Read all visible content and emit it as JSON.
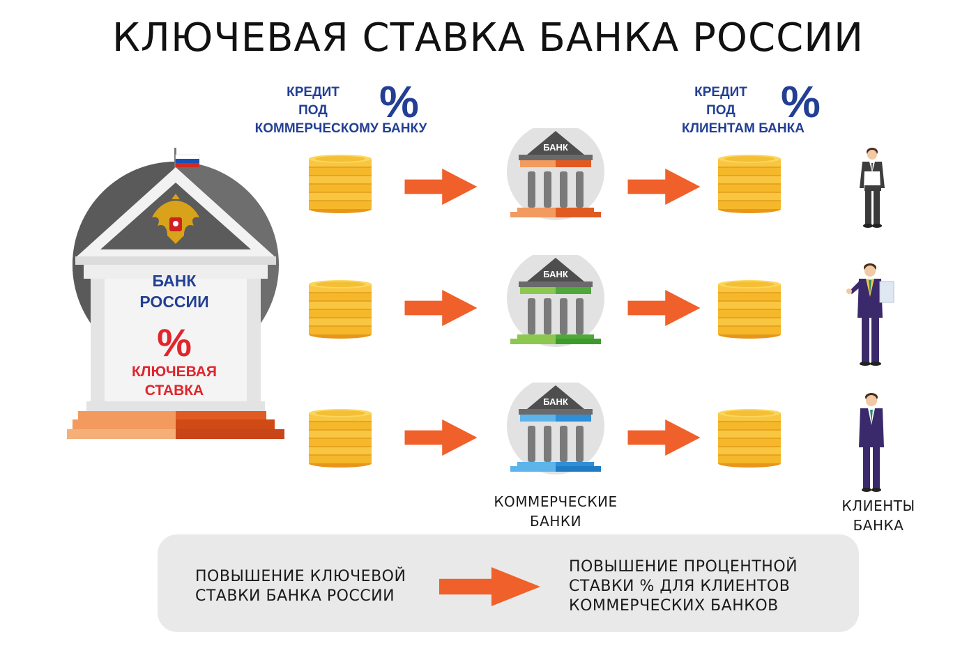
{
  "title": "КЛЮЧЕВАЯ СТАВКА БАНКА РОССИИ",
  "credit_left": {
    "line1": "КРЕДИТ",
    "line2": "ПОД",
    "line3": "КОММЕРЧЕСКОМУ БАНКУ",
    "symbol": "%"
  },
  "credit_right": {
    "line1": "КРЕДИТ",
    "line2": "ПОД",
    "line3": "КЛИЕНТАМ БАНКА",
    "symbol": "%"
  },
  "central_bank": {
    "name_line1": "БАНК",
    "name_line2": "РОССИИ",
    "symbol": "%",
    "rate_line1": "КЛЮЧЕВАЯ",
    "rate_line2": "СТАВКА"
  },
  "bank_label": "БАНК",
  "commercial_banks_caption": {
    "line1": "КОММЕРЧЕСКИЕ",
    "line2": "БАНКИ"
  },
  "clients_caption": {
    "line1": "КЛИЕНТЫ",
    "line2": "БАНКА"
  },
  "summary": {
    "left_line1": "ПОВЫШЕНИЕ КЛЮЧЕВОЙ",
    "left_line2": "СТАВКИ БАНКА РОССИИ",
    "right_line1": "ПОВЫШЕНИЕ ПРОЦЕНТНОЙ",
    "right_line2": "СТАВКИ % ДЛЯ КЛИЕНТОВ",
    "right_line3": "КОММЕРЧЕСКИХ БАНКОВ"
  },
  "colors": {
    "blue_text": "#233f94",
    "red_text": "#e0252c",
    "arrow": "#f0602a",
    "coin": "#f5b82a",
    "bank_row1": "#f0602a",
    "bank_row2": "#5cb346",
    "bank_row3": "#2e8fd6",
    "building_gray": "#6e6e6e"
  }
}
